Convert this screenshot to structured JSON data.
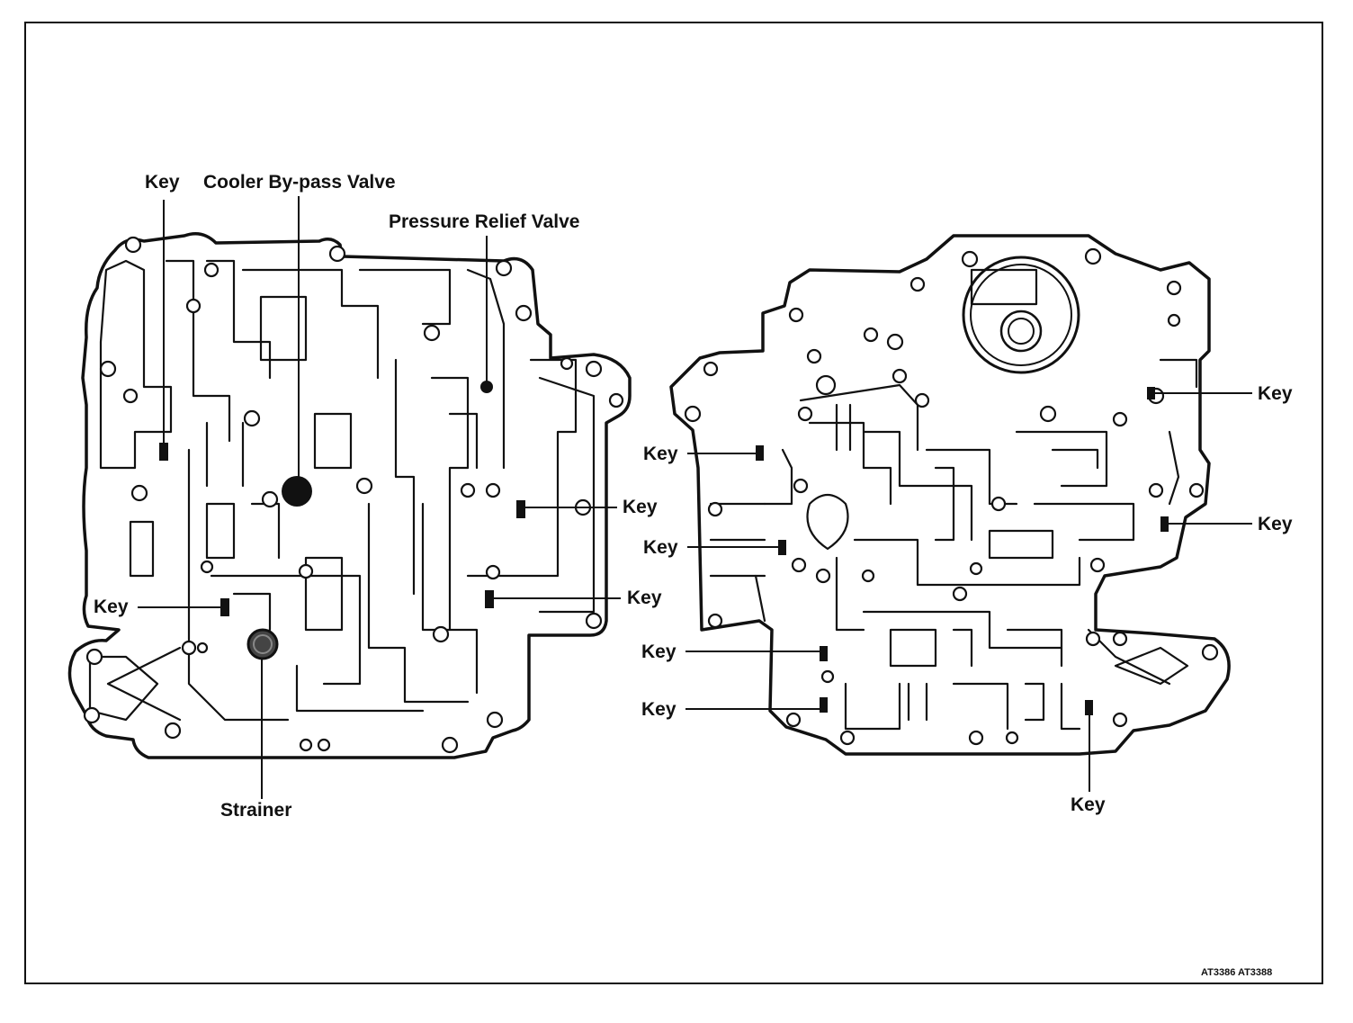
{
  "labels": {
    "key": "Key",
    "cooler_bypass_valve": "Cooler By-pass Valve",
    "pressure_relief_valve": "Pressure Relief Valve",
    "strainer": "Strainer"
  },
  "figure_code": "AT3386 AT3388"
}
